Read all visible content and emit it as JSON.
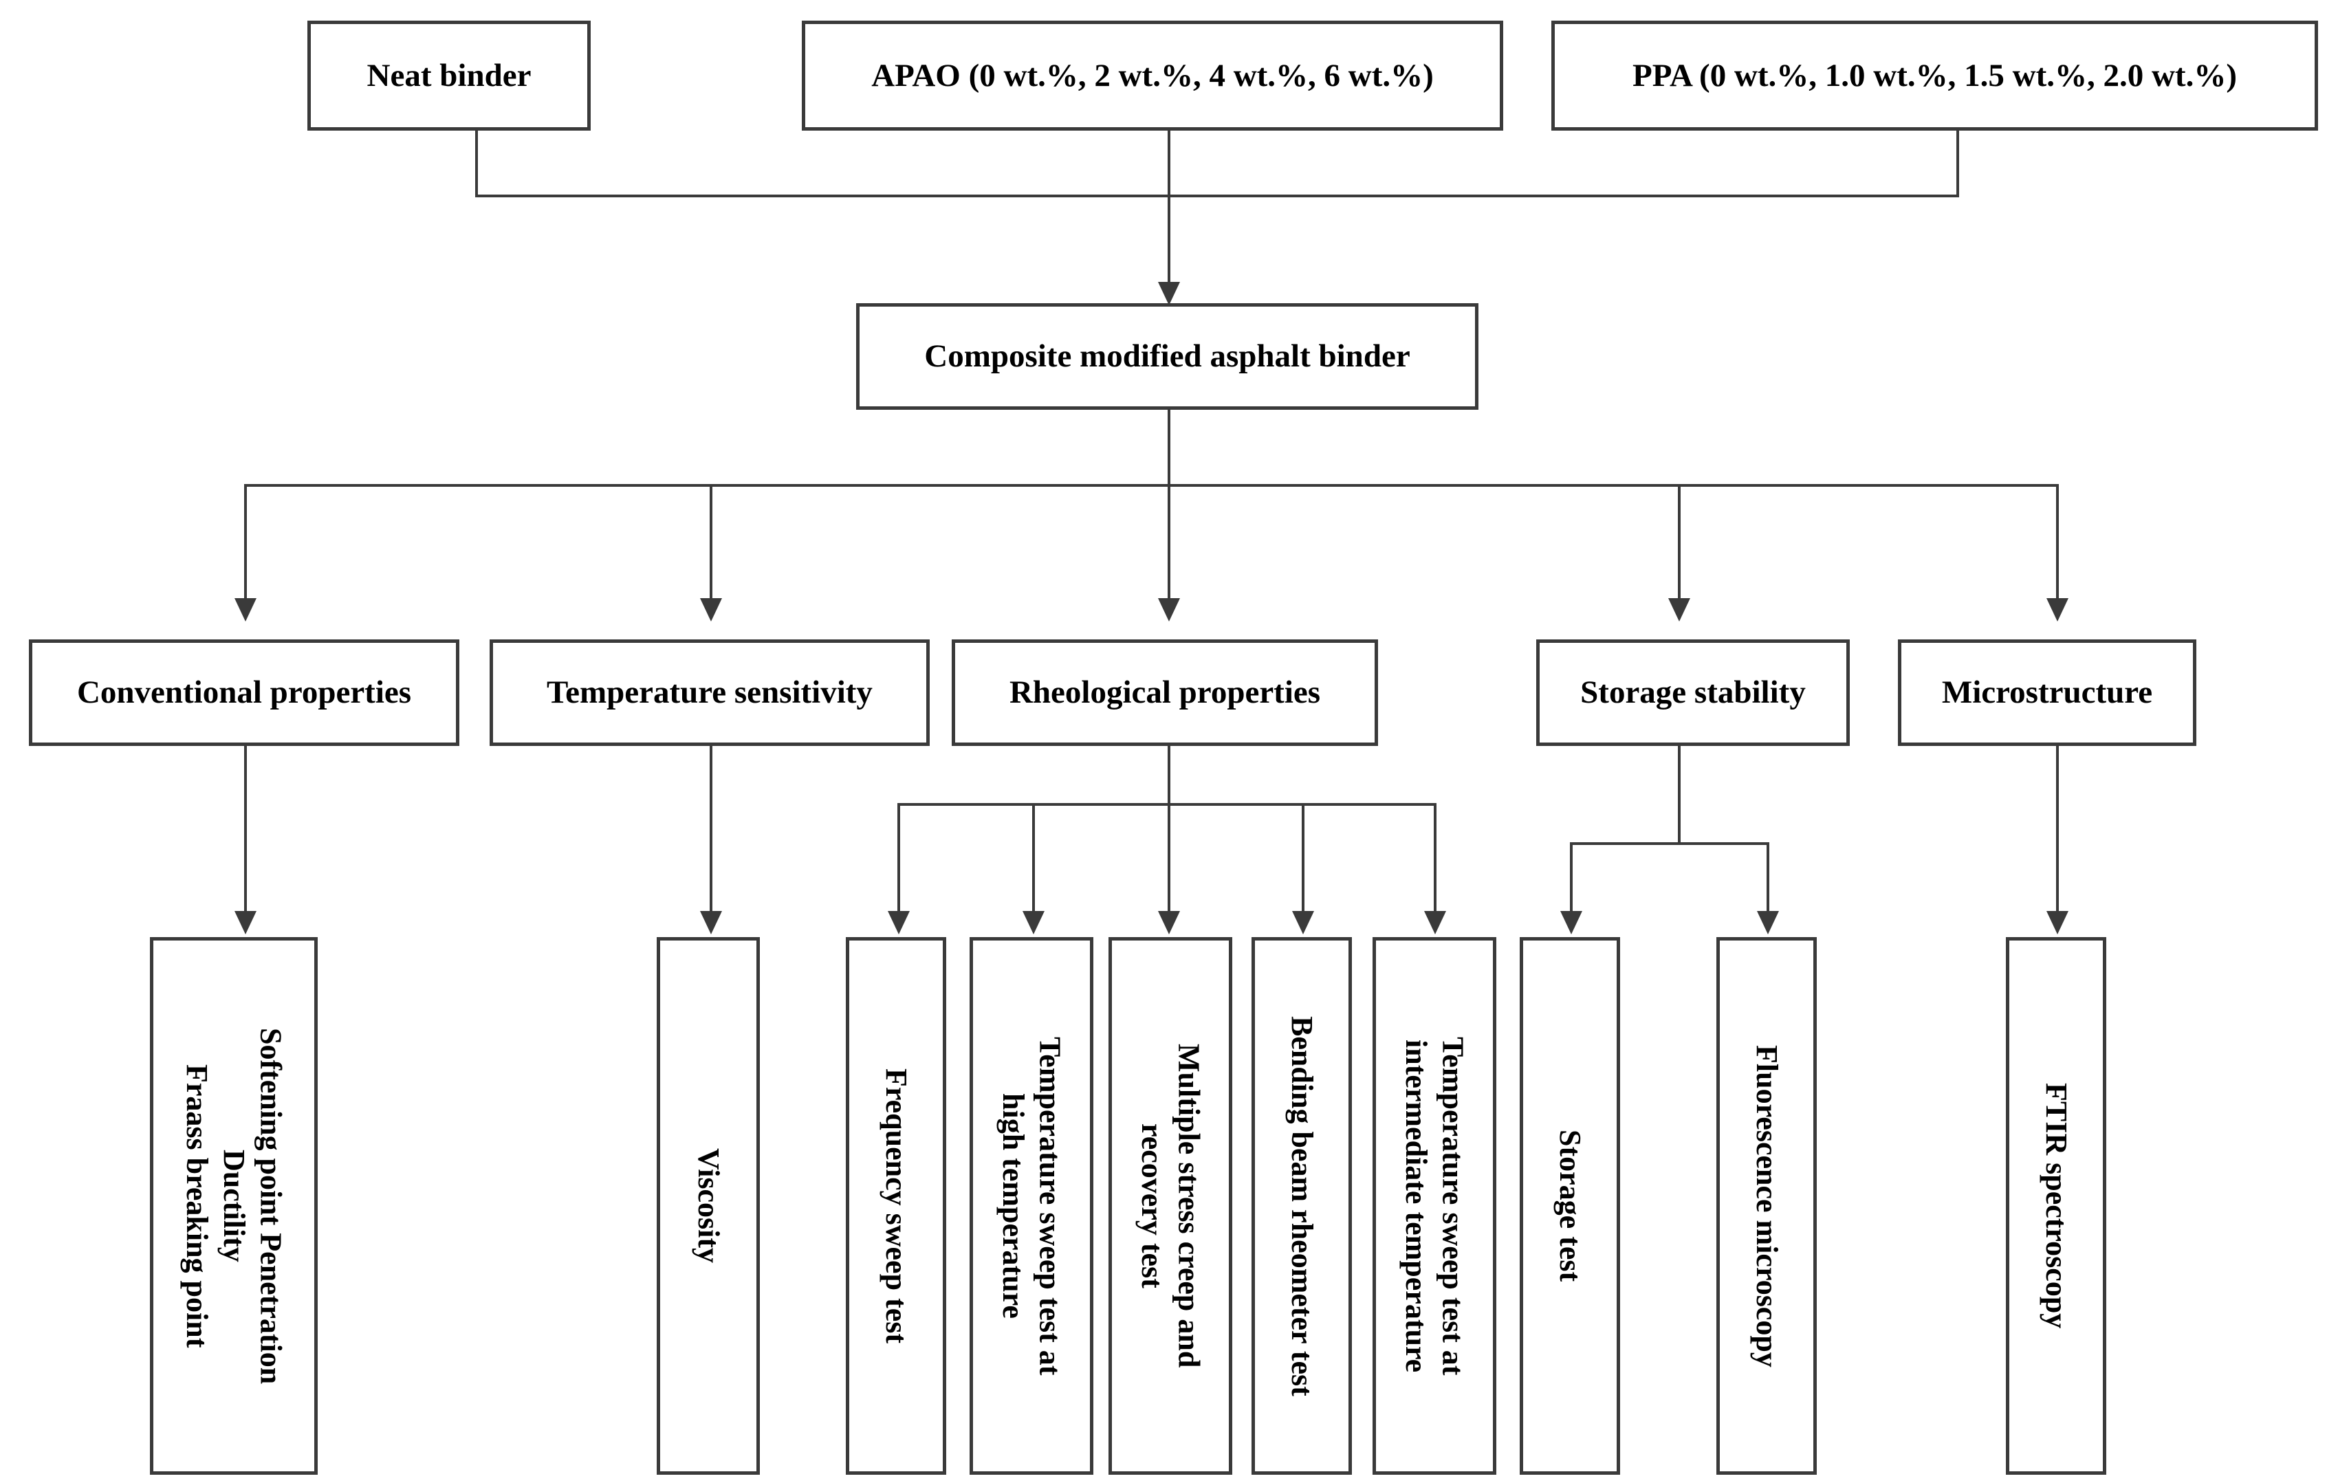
{
  "diagram": {
    "title": "Experimental program flowchart for composite modified asphalt binder",
    "line_color": "#3a3a3a",
    "box_fill": "#ffffff",
    "text_color": "#000000"
  },
  "inputs": [
    {
      "id": "neat-binder",
      "label": "Neat binder"
    },
    {
      "id": "apao",
      "label": "APAO (0 wt.%, 2 wt.%, 4 wt.%, 6 wt.%)"
    },
    {
      "id": "ppa",
      "label": "PPA (0 wt.%, 1.0 wt.%, 1.5 wt.%, 2.0 wt.%)"
    }
  ],
  "product": {
    "id": "composite-modified-asphalt-binder",
    "label": "Composite modified asphalt binder"
  },
  "categories": [
    {
      "id": "conventional-properties",
      "label": "Conventional properties"
    },
    {
      "id": "temperature-sensitivity",
      "label": "Temperature sensitivity"
    },
    {
      "id": "rheological-properties",
      "label": "Rheological properties"
    },
    {
      "id": "storage-stability",
      "label": "Storage stability"
    },
    {
      "id": "microstructure",
      "label": "Microstructure"
    }
  ],
  "tests": [
    {
      "id": "conventional-tests",
      "parent": "conventional-properties",
      "label": "Softening point Penetration\nDuctility\nFraass breaking point"
    },
    {
      "id": "viscosity",
      "parent": "temperature-sensitivity",
      "label": "Viscosity"
    },
    {
      "id": "frequency-sweep-test",
      "parent": "rheological-properties",
      "label": "Frequency sweep test"
    },
    {
      "id": "temperature-sweep-test-high",
      "parent": "rheological-properties",
      "label": "Temperature sweep test at\nhigh temperature"
    },
    {
      "id": "multiple-stress-creep-and-recovery-test",
      "parent": "rheological-properties",
      "label": "Multiple stress creep and\nrecovery test"
    },
    {
      "id": "bending-beam-rheometer-test",
      "parent": "rheological-properties",
      "label": "Bending beam rheometer test"
    },
    {
      "id": "temperature-sweep-test-intermediate",
      "parent": "rheological-properties",
      "label": "Temperature sweep test at\nintermediate temperature"
    },
    {
      "id": "storage-test",
      "parent": "storage-stability",
      "label": "Storage test"
    },
    {
      "id": "fluorescence-microscopy",
      "parent": "storage-stability",
      "label": "Fluorescence microscopy"
    },
    {
      "id": "ftir-spectroscopy",
      "parent": "microstructure",
      "label": "FTIR spectroscopy"
    }
  ]
}
